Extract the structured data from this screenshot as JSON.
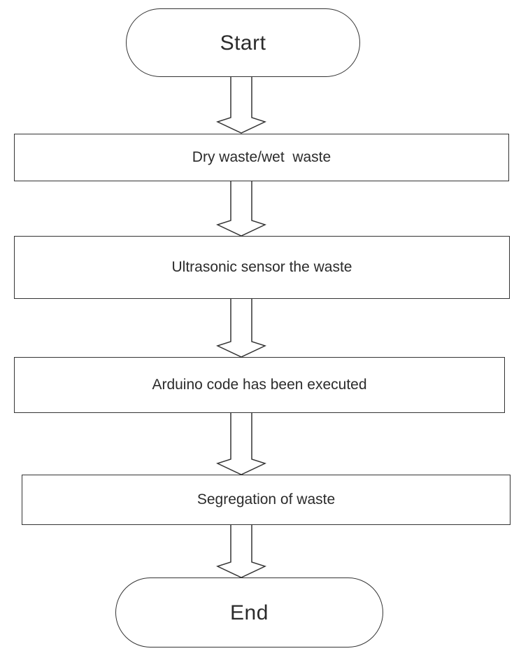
{
  "colors": {
    "outline": "#343434",
    "text": "#2b2b2b",
    "background": "#ffffff"
  },
  "flowchart": {
    "nodes": [
      {
        "id": "start",
        "type": "terminator",
        "label": "Start"
      },
      {
        "id": "process-1",
        "type": "process",
        "label": "Dry waste/wet  waste"
      },
      {
        "id": "process-2",
        "type": "process",
        "label": "Ultrasonic sensor the waste"
      },
      {
        "id": "process-3",
        "type": "process",
        "label": "Arduino code has been executed"
      },
      {
        "id": "process-4",
        "type": "process",
        "label": "Segregation of waste"
      },
      {
        "id": "end",
        "type": "terminator",
        "label": "End"
      }
    ],
    "connectors": [
      {
        "from": "start",
        "to": "process-1",
        "style": "hollow-block-arrow-down"
      },
      {
        "from": "process-1",
        "to": "process-2",
        "style": "hollow-block-arrow-down"
      },
      {
        "from": "process-2",
        "to": "process-3",
        "style": "hollow-block-arrow-down"
      },
      {
        "from": "process-3",
        "to": "process-4",
        "style": "hollow-block-arrow-down"
      },
      {
        "from": "process-4",
        "to": "end",
        "style": "hollow-block-arrow-down"
      }
    ]
  }
}
